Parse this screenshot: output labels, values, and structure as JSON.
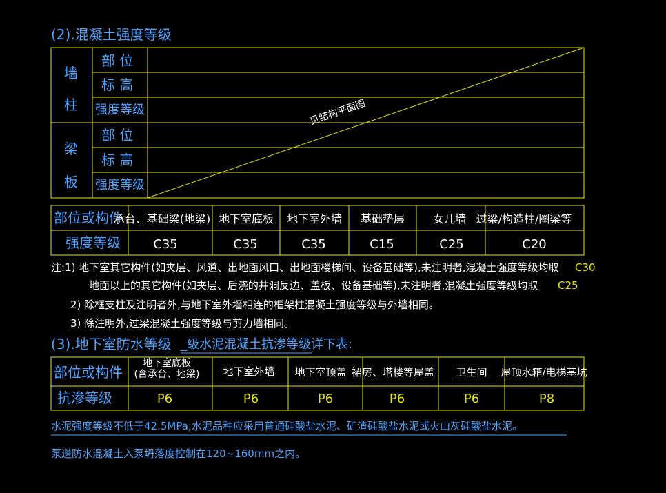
{
  "section2": {
    "title": "(2).混凝土强度等级",
    "wall_col": {
      "char1": "墙",
      "char2": "柱"
    },
    "beam_slab": {
      "char1": "梁",
      "char2": "板"
    },
    "row_part": "部 位",
    "row_elev": "标 高",
    "row_grade": "强度等级",
    "diag_note": "见结构平面图"
  },
  "table2": {
    "label_part": "部位或构件",
    "label_grade": "强度等级",
    "columns": [
      {
        "name": "承台、基础梁(地梁)",
        "grade": "C35"
      },
      {
        "name": "地下室底板",
        "grade": "C35"
      },
      {
        "name": "地下室外墙",
        "grade": "C35"
      },
      {
        "name": "基础垫层",
        "grade": "C15"
      },
      {
        "name": "女儿墙",
        "grade": "C25"
      },
      {
        "name": "过梁/构造柱/圈梁等",
        "grade": "C20"
      }
    ]
  },
  "notes": {
    "n1a": "注:1) 地下室其它构件(如夹层、风道、出地面风口、出地面楼梯间、设备基础等),未注明者,混凝土强度等级均取",
    "n1a_tail": ";",
    "n1a_val": "C30",
    "n1b": "地面以上的其它构件(如夹层、后浇的井洞反边、盖板、设备基础等),未注明者,混凝土强度等级均取",
    "n1b_tail": "。",
    "n1b_val": "C25",
    "n2": "2) 除框支柱及注明者外,与地下室外墙相连的框架柱混凝土强度等级与外墙相同。",
    "n3": "3) 除注明外,过梁混凝土强度等级与剪力墙相同。"
  },
  "section3": {
    "title": "(3).地下室防水等级",
    "subtitle": "_级水泥混凝土抗渗等级详下表:"
  },
  "table3": {
    "label_part": "部位或构件",
    "label_grade": "抗渗等级",
    "columns": [
      {
        "name_line1": "地下室底板",
        "name_line2": "(含承台、地梁)",
        "grade": "P6"
      },
      {
        "name_line1": "地下室外墙",
        "name_line2": "",
        "grade": "P6"
      },
      {
        "name_line1": "地下室顶盖",
        "name_line2": "",
        "grade": "P6"
      },
      {
        "name_line1": "裙房、塔楼等屋盖",
        "name_line2": "",
        "grade": "P6"
      },
      {
        "name_line1": "卫生间",
        "name_line2": "",
        "grade": "P6"
      },
      {
        "name_line1": "屋顶水箱/电梯基坑",
        "name_line2": "",
        "grade": "P8"
      }
    ]
  },
  "footer": {
    "line1": "水泥强度等级不低于42.5MPa;水泥品种应采用普通硅酸盐水泥、矿渣硅酸盐水泥或火山灰硅酸盐水泥。",
    "line2": "泵送防水混凝土入泵坍落度控制在120~160mm之内。"
  },
  "colors": {
    "line": "#e6e600",
    "text_blue": "#4aa3ff",
    "text_white": "#ffffff"
  }
}
